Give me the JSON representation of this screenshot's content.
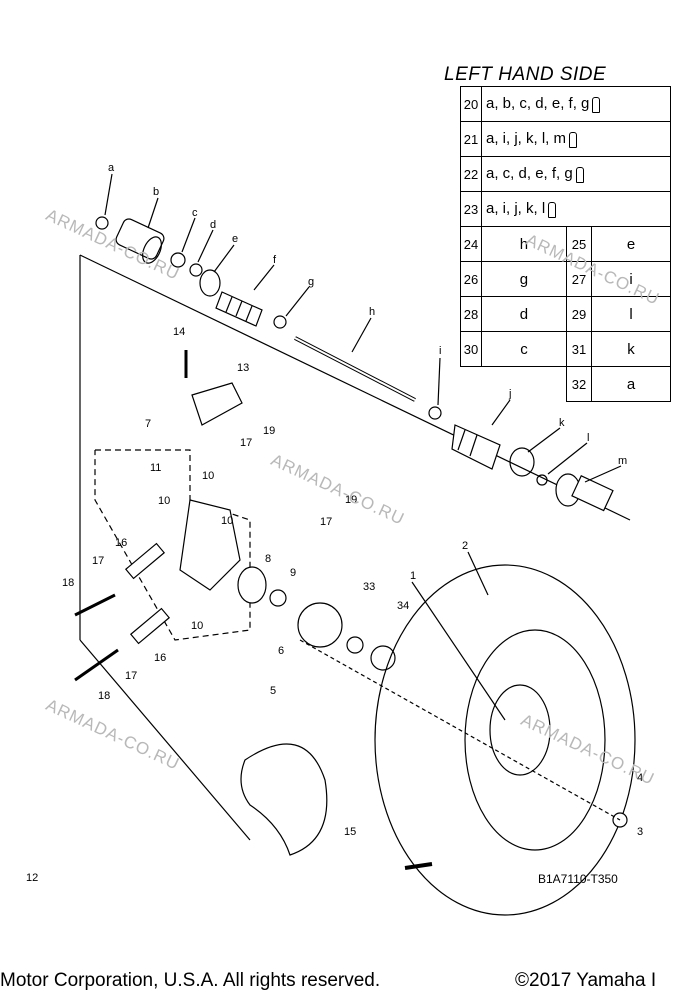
{
  "header": {
    "title": "LEFT HAND SIDE"
  },
  "kits_long": [
    {
      "num": "20",
      "parts": "a, b, c, d, e, f, g"
    },
    {
      "num": "21",
      "parts": "a, i, j, k, l, m"
    },
    {
      "num": "22",
      "parts": "a, c, d, e, f, g"
    },
    {
      "num": "23",
      "parts": "a, i, j, k, l"
    }
  ],
  "kits_pairs": [
    {
      "num_l": "24",
      "val_l": "h",
      "num_r": "25",
      "val_r": "e"
    },
    {
      "num_l": "26",
      "val_l": "g",
      "num_r": "27",
      "val_r": "i"
    },
    {
      "num_l": "28",
      "val_l": "d",
      "num_r": "29",
      "val_r": "l"
    },
    {
      "num_l": "30",
      "val_l": "c",
      "num_r": "31",
      "val_r": "k"
    },
    {
      "num_l": "",
      "val_l": "",
      "num_r": "32",
      "val_r": "a"
    }
  ],
  "callouts": {
    "a": "a",
    "b": "b",
    "c": "c",
    "d": "d",
    "e": "e",
    "f": "f",
    "g": "g",
    "h": "h",
    "i": "i",
    "j": "j",
    "k": "k",
    "l": "l",
    "m": "m",
    "n1": "1",
    "n2": "2",
    "n3": "3",
    "n4": "4",
    "n5": "5",
    "n6": "6",
    "n7": "7",
    "n8": "8",
    "n9": "9",
    "n10a": "10",
    "n10b": "10",
    "n10c": "10",
    "n10d": "10",
    "n11": "11",
    "n12": "12",
    "n13": "13",
    "n14": "14",
    "n15": "15",
    "n16a": "16",
    "n16b": "16",
    "n17a": "17",
    "n17b": "17",
    "n17c": "17",
    "n17d": "17",
    "n18a": "18",
    "n18b": "18",
    "n19a": "19",
    "n19b": "19",
    "n33": "33",
    "n34": "34"
  },
  "watermark": "ARMADA-CO.RU",
  "diagram_code": "B1A7110-T350",
  "footer": {
    "left": "Motor Corporation, U.S.A. All rights reserved.",
    "right": "©2017 Yamaha I"
  }
}
